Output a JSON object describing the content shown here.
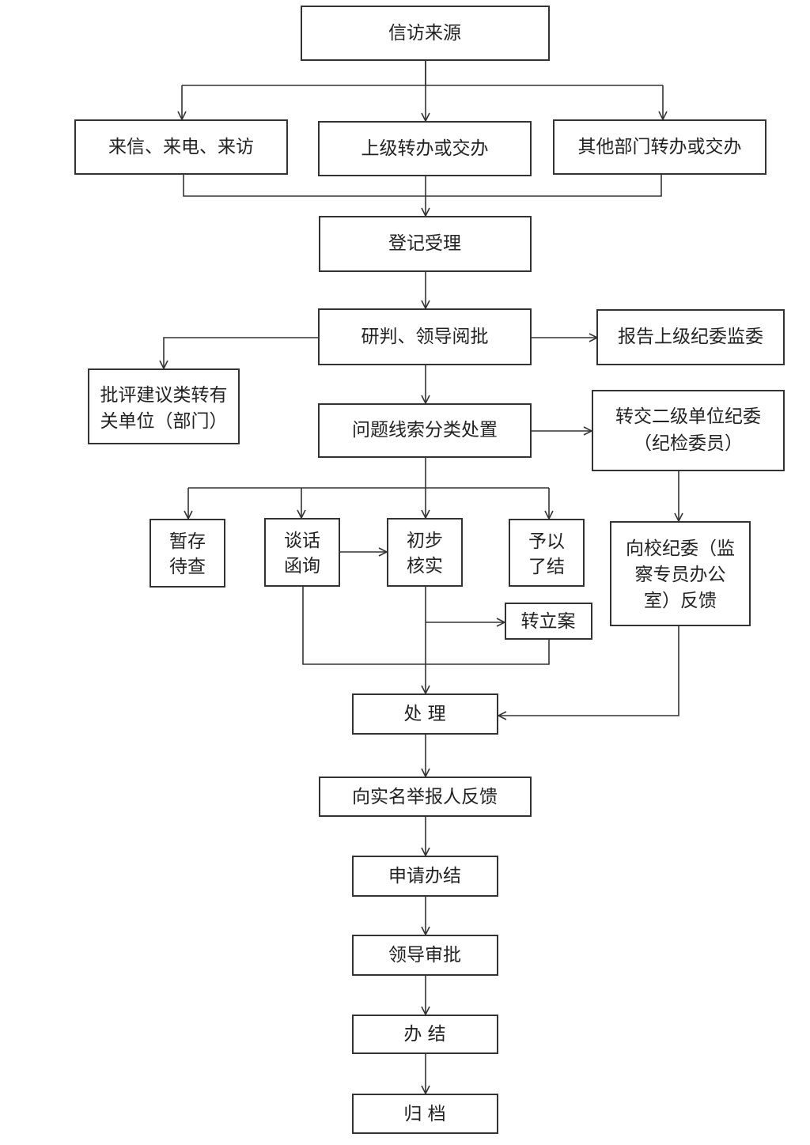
{
  "nodes": {
    "source": {
      "lines": [
        "信访来源"
      ]
    },
    "letters": {
      "lines": [
        "来信、来电、来访"
      ]
    },
    "superior": {
      "lines": [
        "上级转办或交办"
      ]
    },
    "other_dept": {
      "lines": [
        "其他部门转办或交办"
      ]
    },
    "register": {
      "lines": [
        "登记受理"
      ]
    },
    "judge": {
      "lines": [
        "研判、领导阅批"
      ]
    },
    "report": {
      "lines": [
        "报告上级纪委监委"
      ]
    },
    "criticism": {
      "lines": [
        "批评建议类转有",
        "关单位（部门）"
      ]
    },
    "classify": {
      "lines": [
        "问题线索分类处置"
      ]
    },
    "transfer": {
      "lines": [
        "转交二级单位纪委",
        "（纪检委员）"
      ]
    },
    "hold": {
      "lines": [
        "暂存",
        "待查"
      ]
    },
    "talk": {
      "lines": [
        "谈话",
        "函询"
      ]
    },
    "verify": {
      "lines": [
        "初步",
        "核实"
      ]
    },
    "close_case": {
      "lines": [
        "予以",
        "了结"
      ]
    },
    "feedback_school": {
      "lines": [
        "向校纪委（监",
        "察专员办公",
        "室）反馈"
      ]
    },
    "file_case": {
      "lines": [
        "转立案"
      ]
    },
    "handle": {
      "lines": [
        "处 理"
      ]
    },
    "feedback_reporter": {
      "lines": [
        "向实名举报人反馈"
      ]
    },
    "apply": {
      "lines": [
        "申请办结"
      ]
    },
    "approve": {
      "lines": [
        "领导审批"
      ]
    },
    "finish": {
      "lines": [
        "办 结"
      ]
    },
    "archive": {
      "lines": [
        "归 档"
      ]
    }
  }
}
